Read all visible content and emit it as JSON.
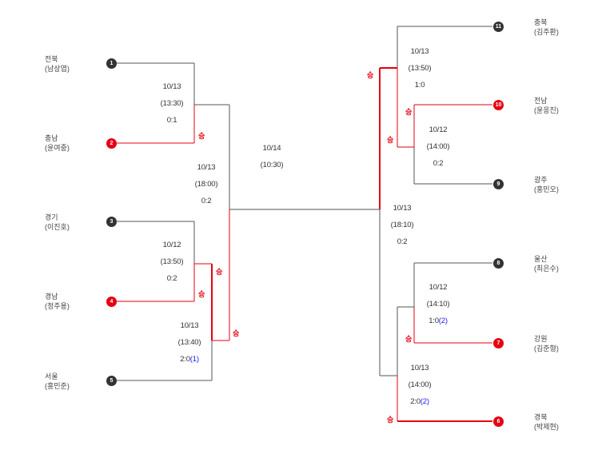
{
  "colors": {
    "win": "#e60012",
    "lose": "#555555",
    "pk": "#1a1aff"
  },
  "win_label": "승",
  "teams": [
    {
      "seed": "1",
      "region": "전북",
      "player": "(남상엽)",
      "winner": false
    },
    {
      "seed": "2",
      "region": "충남",
      "player": "(윤여중)",
      "winner": true
    },
    {
      "seed": "3",
      "region": "경기",
      "player": "(이진호)",
      "winner": false
    },
    {
      "seed": "4",
      "region": "경남",
      "player": "(정주용)",
      "winner": true
    },
    {
      "seed": "5",
      "region": "서울",
      "player": "(홍민준)",
      "winner": false
    },
    {
      "seed": "6",
      "region": "경북",
      "player": "(박제현)",
      "winner": true
    },
    {
      "seed": "7",
      "region": "강원",
      "player": "(김준형)",
      "winner": true
    },
    {
      "seed": "8",
      "region": "울산",
      "player": "(최은수)",
      "winner": false
    },
    {
      "seed": "9",
      "region": "광주",
      "player": "(홍민오)",
      "winner": false
    },
    {
      "seed": "10",
      "region": "전남",
      "player": "(윤응진)",
      "winner": true
    },
    {
      "seed": "11",
      "region": "충북",
      "player": "(김주환)",
      "winner": false
    }
  ],
  "matches": [
    {
      "id": "m1-2",
      "date": "10/13",
      "time": "(13:30)",
      "score": "0:1",
      "pk": ""
    },
    {
      "id": "m3-4",
      "date": "10/12",
      "time": "(13:50)",
      "score": "0:2",
      "pk": ""
    },
    {
      "id": "m34-5",
      "date": "10/13",
      "time": "(13:40)",
      "score": "2:0",
      "pk": "(1)"
    },
    {
      "id": "left-sf",
      "date": "10/13",
      "time": "(18:00)",
      "score": "0:2",
      "pk": ""
    },
    {
      "id": "final",
      "date": "10/14",
      "time": "(10:30)",
      "score": "",
      "pk": ""
    },
    {
      "id": "m11-r",
      "date": "10/13",
      "time": "(13:50)",
      "score": "1:0",
      "pk": ""
    },
    {
      "id": "m10-9",
      "date": "10/12",
      "time": "(14:00)",
      "score": "0:2",
      "pk": ""
    },
    {
      "id": "right-sf",
      "date": "10/13",
      "time": "(18:10)",
      "score": "0:2",
      "pk": ""
    },
    {
      "id": "m8-7",
      "date": "10/12",
      "time": "(14:10)",
      "score": "1:0",
      "pk": "(2)"
    },
    {
      "id": "m87-6",
      "date": "10/13",
      "time": "(14:00)",
      "score": "2:0",
      "pk": "(2)"
    }
  ]
}
